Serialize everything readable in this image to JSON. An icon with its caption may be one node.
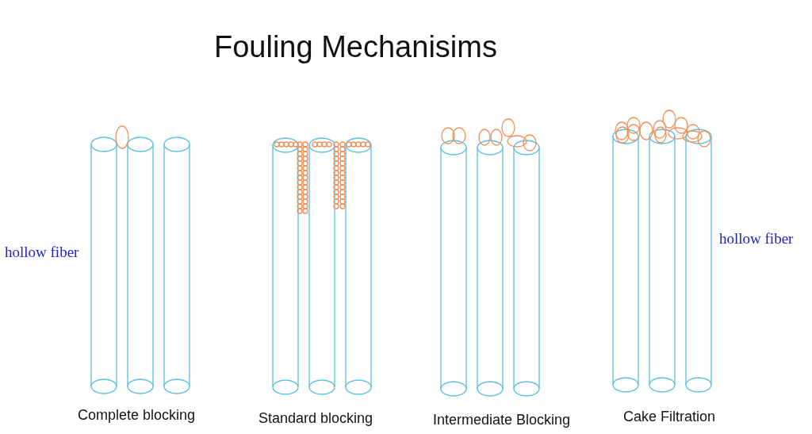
{
  "diagram": {
    "title": "Fouling Mechanisims",
    "labels": [
      "hollow fiber",
      "hollow fiber",
      "Complete blocking",
      "Standard blocking",
      "Intermediate Blocking",
      "Cake Filtration"
    ]
  }
}
